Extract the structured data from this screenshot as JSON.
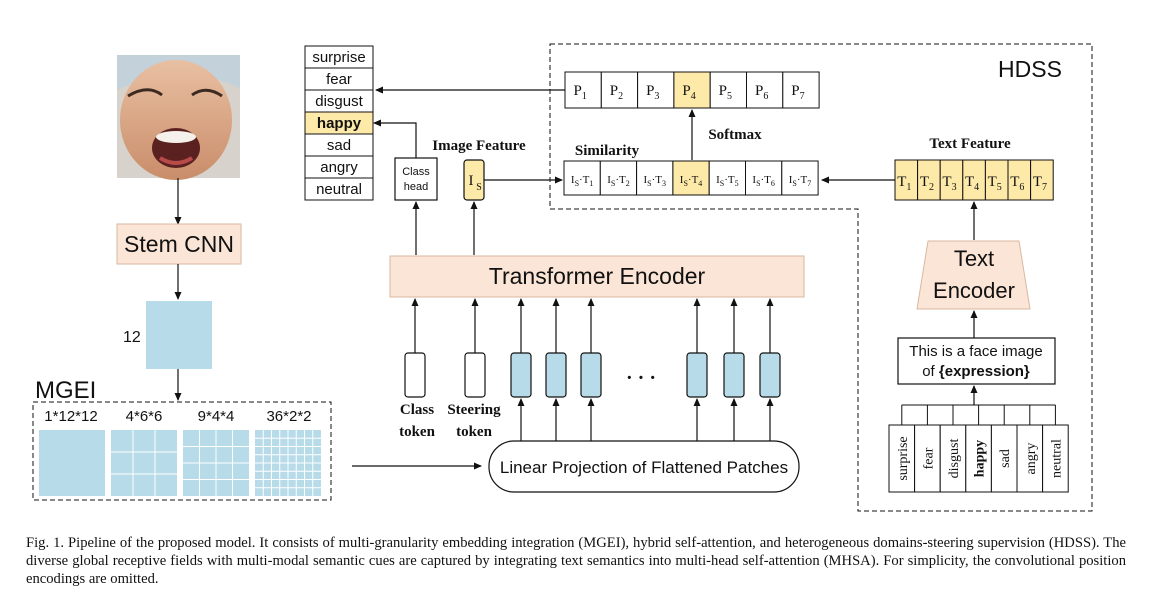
{
  "title": "HDSS",
  "expressions": [
    "surprise",
    "fear",
    "disgust",
    "happy",
    "sad",
    "angry",
    "neutral"
  ],
  "selected_expression": "happy",
  "stem_cnn": "Stem CNN",
  "channel_label": "12",
  "mgei": {
    "title": "MGEI",
    "granularities": [
      "1*12*12",
      "4*6*6",
      "9*4*4",
      "36*2*2"
    ]
  },
  "linear_projection": "Linear Projection of Flattened Patches",
  "transformer_encoder": "Transformer Encoder",
  "class_head": {
    "line1": "Class",
    "line2": "head"
  },
  "image_feature": "Image Feature",
  "is_label": "I",
  "is_sub": "S",
  "class_token": {
    "line1": "Class",
    "line2": "token"
  },
  "steering_token": {
    "line1": "Steering",
    "line2": "token"
  },
  "ellipsis": "· · ·",
  "similarity": "Similarity",
  "softmax": "Softmax",
  "text_feature": "Text Feature",
  "probabilities": [
    "1",
    "2",
    "3",
    "4",
    "5",
    "6",
    "7"
  ],
  "selected_index": 4,
  "text_encoder": {
    "line1": "Text",
    "line2": "Encoder"
  },
  "prompt": {
    "line1": "This is a face image",
    "line2_prefix": "of ",
    "line2_bold": "{expression}"
  },
  "colors": {
    "highlight": "#fde9a8",
    "stem": "#fbe5d6",
    "tile": "#b7dbe9",
    "token": "#b7dbe9"
  },
  "caption": "Fig. 1.  Pipeline of the proposed model. It consists of multi-granularity embedding integration (MGEI), hybrid self-attention, and heterogeneous domains-steering supervision (HDSS). The diverse global receptive fields with multi-modal semantic cues are captured by integrating text semantics into multi-head self-attention (MHSA). For simplicity, the convolutional position encodings are omitted."
}
